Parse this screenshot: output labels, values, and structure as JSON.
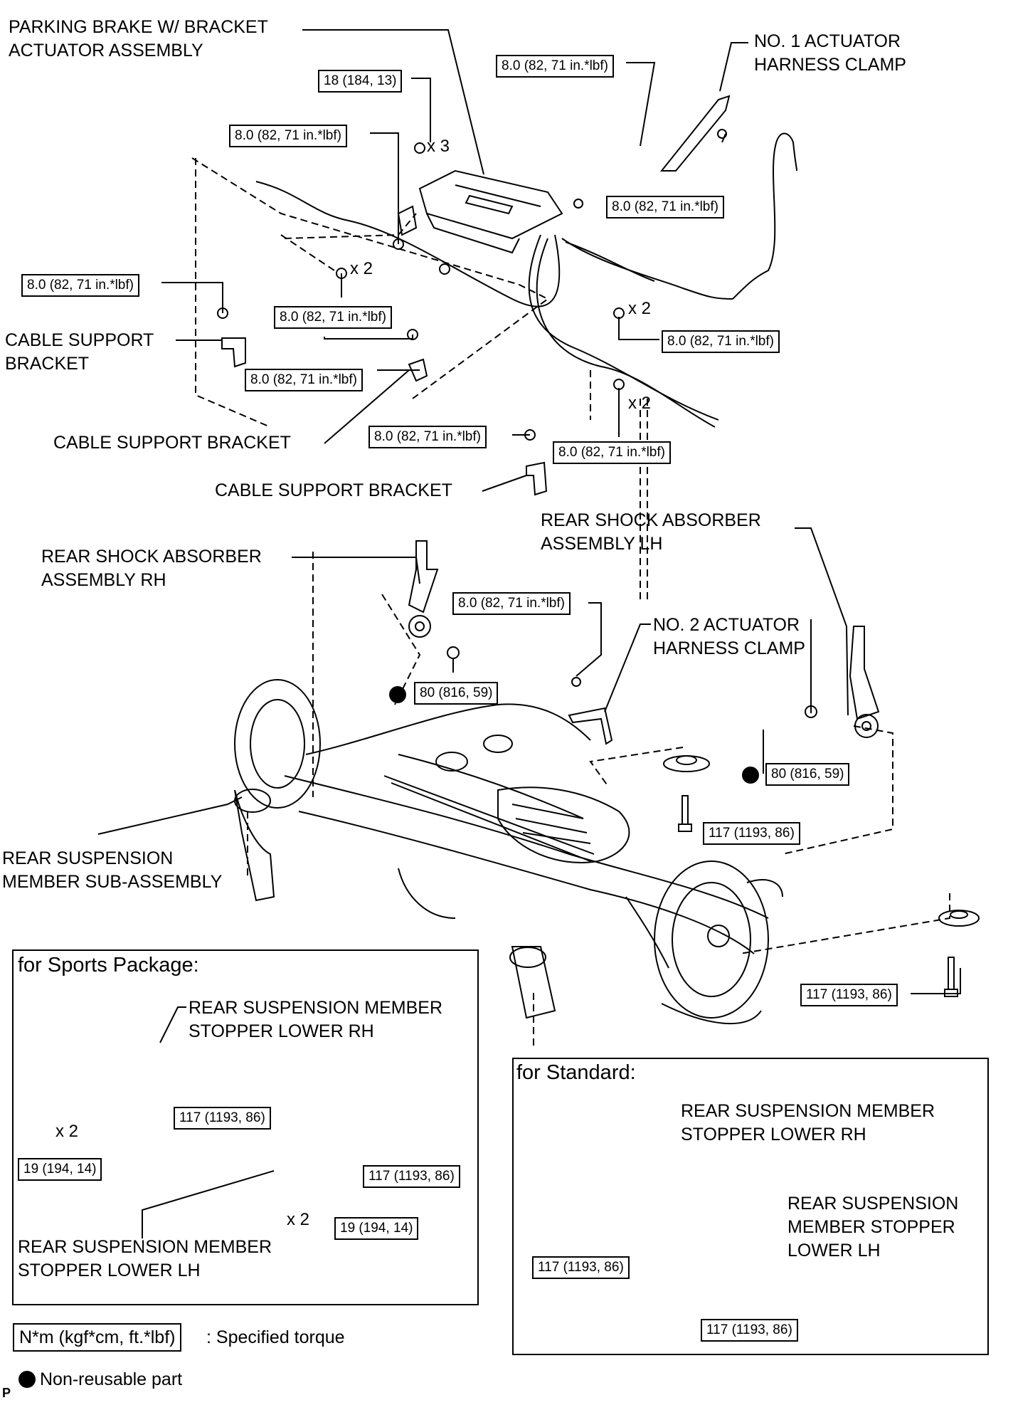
{
  "labels": {
    "parking_brake_l1": "PARKING BRAKE W/ BRACKET",
    "parking_brake_l2": "ACTUATOR ASSEMBLY",
    "no1_clamp_l1": "NO. 1 ACTUATOR",
    "no1_clamp_l2": "HARNESS CLAMP",
    "cable_support_1_l1": "CABLE SUPPORT",
    "cable_support_1_l2": "BRACKET",
    "cable_support_2": "CABLE SUPPORT BRACKET",
    "cable_support_3": "CABLE SUPPORT BRACKET",
    "shock_lh_l1": "REAR SHOCK ABSORBER",
    "shock_lh_l2": "ASSEMBLY LH",
    "shock_rh_l1": "REAR SHOCK ABSORBER",
    "shock_rh_l2": "ASSEMBLY RH",
    "no2_clamp_l1": "NO. 2 ACTUATOR",
    "no2_clamp_l2": "HARNESS CLAMP",
    "member_l1": "REAR SUSPENSION",
    "member_l2": "MEMBER SUB-ASSEMBLY"
  },
  "torques": {
    "t18": "18 (184, 13)",
    "t8": "8.0 (82, 71 in.*lbf)",
    "t80": "80 (816, 59)",
    "t117": "117 (1193, 86)",
    "t19": "19 (194, 14)"
  },
  "counts": {
    "x2": "x 2",
    "x3": "x 3"
  },
  "sports_panel": {
    "title": "for Sports Package:",
    "rh_l1": "REAR SUSPENSION MEMBER",
    "rh_l2": "STOPPER LOWER RH",
    "lh_l1": "REAR SUSPENSION MEMBER",
    "lh_l2": "STOPPER LOWER LH"
  },
  "standard_panel": {
    "title": "for Standard:",
    "rh_l1": "REAR SUSPENSION MEMBER",
    "rh_l2": "STOPPER LOWER RH",
    "lh_l1": "REAR SUSPENSION",
    "lh_l2": "MEMBER STOPPER",
    "lh_l3": "LOWER LH"
  },
  "legend": {
    "torque_box": "N*m (kgf*cm, ft.*lbf)",
    "torque_text": ": Specified torque",
    "nonreusable": "Non-reusable part",
    "code": "P"
  }
}
